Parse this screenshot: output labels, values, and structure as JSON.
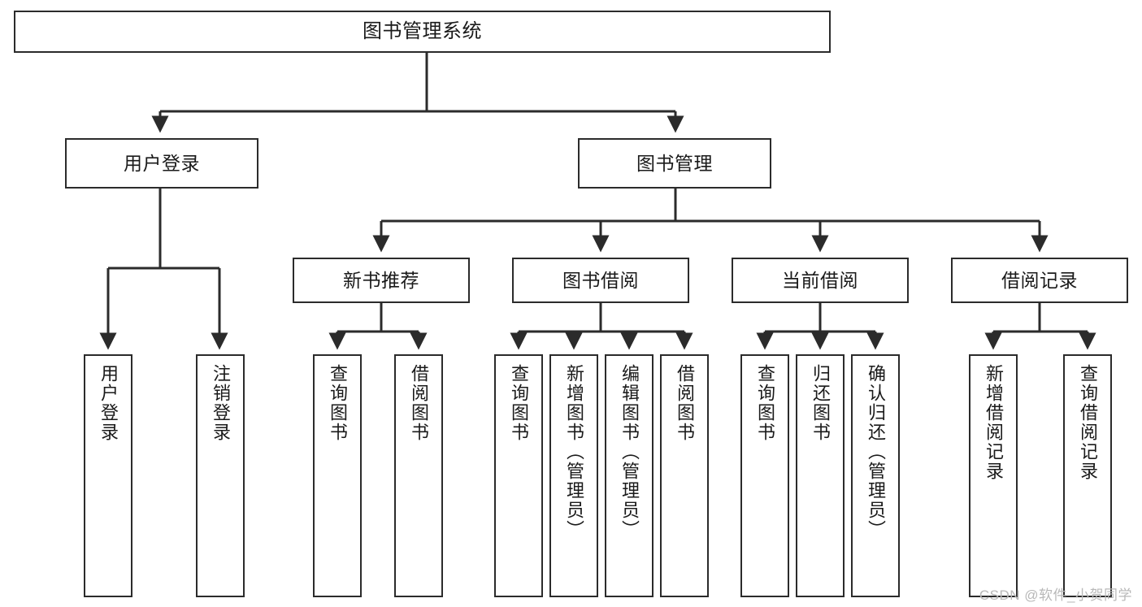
{
  "diagram": {
    "title": "图书管理系统",
    "watermark": "CSDN @软件_小贺同学",
    "line_color": "#2b2b2b",
    "box_fill": "#ffffff",
    "text_color": "#1a1a1a",
    "watermark_color": "#b8b8b8",
    "root": {
      "label": "图书管理系统"
    },
    "level2": [
      {
        "label": "用户登录"
      },
      {
        "label": "图书管理"
      }
    ],
    "level3": [
      {
        "label": "新书推荐"
      },
      {
        "label": "图书借阅"
      },
      {
        "label": "当前借阅"
      },
      {
        "label": "借阅记录"
      }
    ],
    "leaves": {
      "user_login": [
        {
          "label": "用户登录"
        },
        {
          "label": "注销登录"
        }
      ],
      "new_book_recommend": [
        {
          "label": "查询图书"
        },
        {
          "label": "借阅图书"
        }
      ],
      "book_borrow": [
        {
          "label": "查询图书"
        },
        {
          "label": "新增图书（管理员）"
        },
        {
          "label": "编辑图书（管理员）"
        },
        {
          "label": "借阅图书"
        }
      ],
      "current_borrow": [
        {
          "label": "查询图书"
        },
        {
          "label": "归还图书"
        },
        {
          "label": "确认归还（管理员）"
        }
      ],
      "borrow_record": [
        {
          "label": "新增借阅记录"
        },
        {
          "label": "查询借阅记录"
        }
      ]
    }
  },
  "chart_data": {
    "type": "tree",
    "title": "图书管理系统",
    "orientation": "top-down",
    "levels": 4,
    "nodes": [
      {
        "id": "root",
        "label": "图书管理系统",
        "level": 0,
        "parent": null
      },
      {
        "id": "n-user-login",
        "label": "用户登录",
        "level": 1,
        "parent": "root"
      },
      {
        "id": "n-book-manage",
        "label": "图书管理",
        "level": 1,
        "parent": "root"
      },
      {
        "id": "n-new-book",
        "label": "新书推荐",
        "level": 2,
        "parent": "n-book-manage"
      },
      {
        "id": "n-book-borrow",
        "label": "图书借阅",
        "level": 2,
        "parent": "n-book-manage"
      },
      {
        "id": "n-current-borrow",
        "label": "当前借阅",
        "level": 2,
        "parent": "n-book-manage"
      },
      {
        "id": "n-borrow-record",
        "label": "借阅记录",
        "level": 2,
        "parent": "n-book-manage"
      },
      {
        "id": "l-login-1",
        "label": "用户登录",
        "level": 2,
        "parent": "n-user-login"
      },
      {
        "id": "l-login-2",
        "label": "注销登录",
        "level": 2,
        "parent": "n-user-login"
      },
      {
        "id": "l-new-1",
        "label": "查询图书",
        "level": 3,
        "parent": "n-new-book"
      },
      {
        "id": "l-new-2",
        "label": "借阅图书",
        "level": 3,
        "parent": "n-new-book"
      },
      {
        "id": "l-borrow-1",
        "label": "查询图书",
        "level": 3,
        "parent": "n-book-borrow"
      },
      {
        "id": "l-borrow-2",
        "label": "新增图书（管理员）",
        "level": 3,
        "parent": "n-book-borrow"
      },
      {
        "id": "l-borrow-3",
        "label": "编辑图书（管理员）",
        "level": 3,
        "parent": "n-book-borrow"
      },
      {
        "id": "l-borrow-4",
        "label": "借阅图书",
        "level": 3,
        "parent": "n-book-borrow"
      },
      {
        "id": "l-cur-1",
        "label": "查询图书",
        "level": 3,
        "parent": "n-current-borrow"
      },
      {
        "id": "l-cur-2",
        "label": "归还图书",
        "level": 3,
        "parent": "n-current-borrow"
      },
      {
        "id": "l-cur-3",
        "label": "确认归还（管理员）",
        "level": 3,
        "parent": "n-current-borrow"
      },
      {
        "id": "l-rec-1",
        "label": "新增借阅记录",
        "level": 3,
        "parent": "n-borrow-record"
      },
      {
        "id": "l-rec-2",
        "label": "查询借阅记录",
        "level": 3,
        "parent": "n-borrow-record"
      }
    ]
  }
}
